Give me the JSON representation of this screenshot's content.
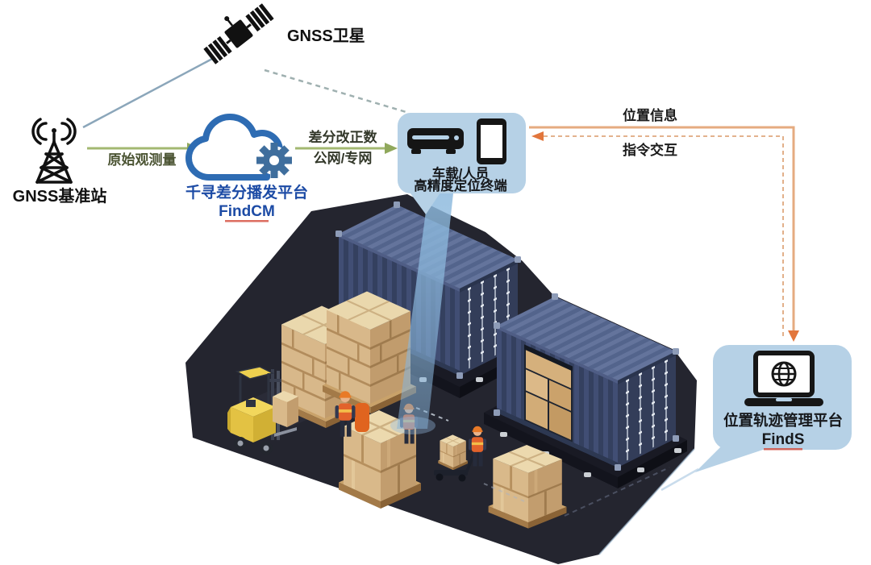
{
  "satellite": {
    "label": "GNSS卫星"
  },
  "base_station": {
    "label": "GNSS基准站"
  },
  "cloud_platform": {
    "label_line1": "千寻差分播发平台",
    "label_line2": "FindCM"
  },
  "links": {
    "raw_observation": "原始观测量",
    "corrections_line1": "差分改正数",
    "corrections_line2": "公网/专网",
    "position_info": "位置信息",
    "command_interaction": "指令交互"
  },
  "terminal_box": {
    "line1": "车载/人员",
    "line2": "高精度定位终端"
  },
  "platform_box": {
    "line1": "位置轨迹管理平台",
    "line2": "FindS"
  },
  "colors": {
    "accent_blue_box": "#b6d1e6",
    "cloud_blue": "#2e6cb3",
    "label_blue": "#1c4ba5",
    "arrow_green": "#a3b871",
    "arrow_orange": "#e2763c",
    "beam_blue": "#8eb9de",
    "platform_dark": "#24252f",
    "container_navy": "#414e74",
    "box_tan": "#d9b98a",
    "forklift_yellow": "#f2d75c",
    "vest_orange": "#e2622b"
  }
}
